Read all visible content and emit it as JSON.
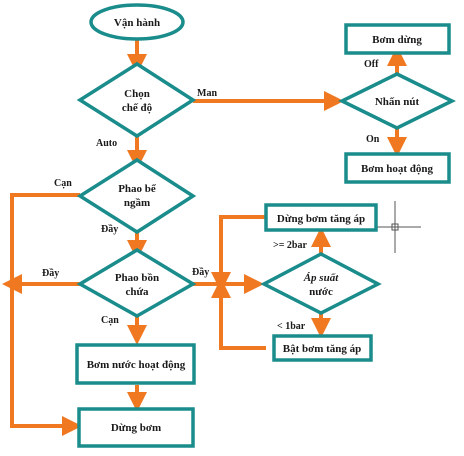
{
  "colors": {
    "node_stroke": "#1a8c8c",
    "node_fill": "#ffffff",
    "arrow": "#f07820",
    "crosshair": "#555555"
  },
  "nodes": {
    "start": "Vận hành",
    "choose_mode": [
      "Chọn",
      "chế độ"
    ],
    "tank_float": [
      "Phao bể",
      "ngầm"
    ],
    "reservoir_float": [
      "Phao bồn",
      "chứa"
    ],
    "start_pump": "Bơm nước hoạt động",
    "stop_pump": "Dừng bơm",
    "pressure": [
      "Áp suất",
      "nước"
    ],
    "stop_booster": "Dừng bơm tăng áp",
    "start_booster": "Bật bơm tăng áp",
    "press_button": "Nhấn nút",
    "pump_stop": "Bơm dừng",
    "pump_run": "Bơm hoạt động"
  },
  "edges": {
    "man": "Man",
    "auto": "Auto",
    "can1": "Cạn",
    "day1": "Đầy",
    "day2": "Đầy",
    "can2": "Cạn",
    "day3": "Đầy",
    "off": "Off",
    "on": "On",
    "high_pressure": ">= 2bar",
    "low_pressure": "< 1bar"
  }
}
